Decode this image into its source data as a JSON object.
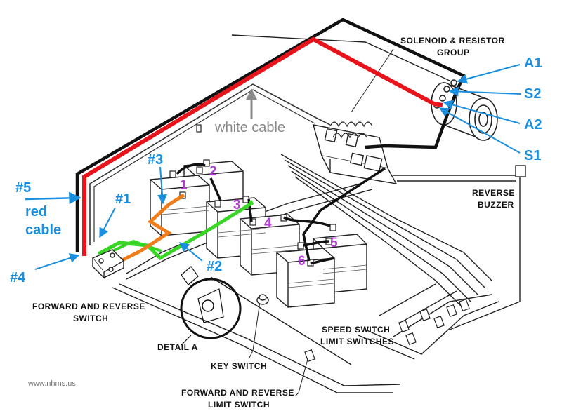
{
  "components": {
    "solenoid_label_1": "SOLENOID & RESISTOR",
    "solenoid_label_2": "GROUP",
    "reverse_buzzer_1": "REVERSE",
    "reverse_buzzer_2": "BUZZER",
    "fr_switch_1": "FORWARD AND REVERSE",
    "fr_switch_2": "SWITCH",
    "detail_a": "DETAIL A",
    "key_switch": "KEY SWITCH",
    "speed_switch_1": "SPEED SWITCH",
    "speed_switch_2": "LIMIT SWITCHES",
    "fr_limit_1": "FORWARD AND REVERSE",
    "fr_limit_2": "LIMIT SWITCH"
  },
  "motor_terminals": {
    "a1": "A1",
    "s2": "S2",
    "a2": "A2",
    "s1": "S1"
  },
  "cable_labels": {
    "n1": "#1",
    "n2": "#2",
    "n3": "#3",
    "n4": "#4",
    "n5": "#5",
    "red_1": "red",
    "red_2": "cable",
    "white": "white cable"
  },
  "batteries": {
    "b1": "1",
    "b2": "2",
    "b3": "3",
    "b4": "4",
    "b5": "5",
    "b6": "6"
  },
  "watermark": "www.nhms.us",
  "colors": {
    "red_cable": "#e8141c",
    "black_cable": "#111111",
    "green_cable": "#37d624",
    "orange_cable": "#f07d1c",
    "blue_annotation": "#1a8fe0",
    "purple_numbers": "#b23bd6",
    "white_cable_label": "#8a8a8a"
  }
}
